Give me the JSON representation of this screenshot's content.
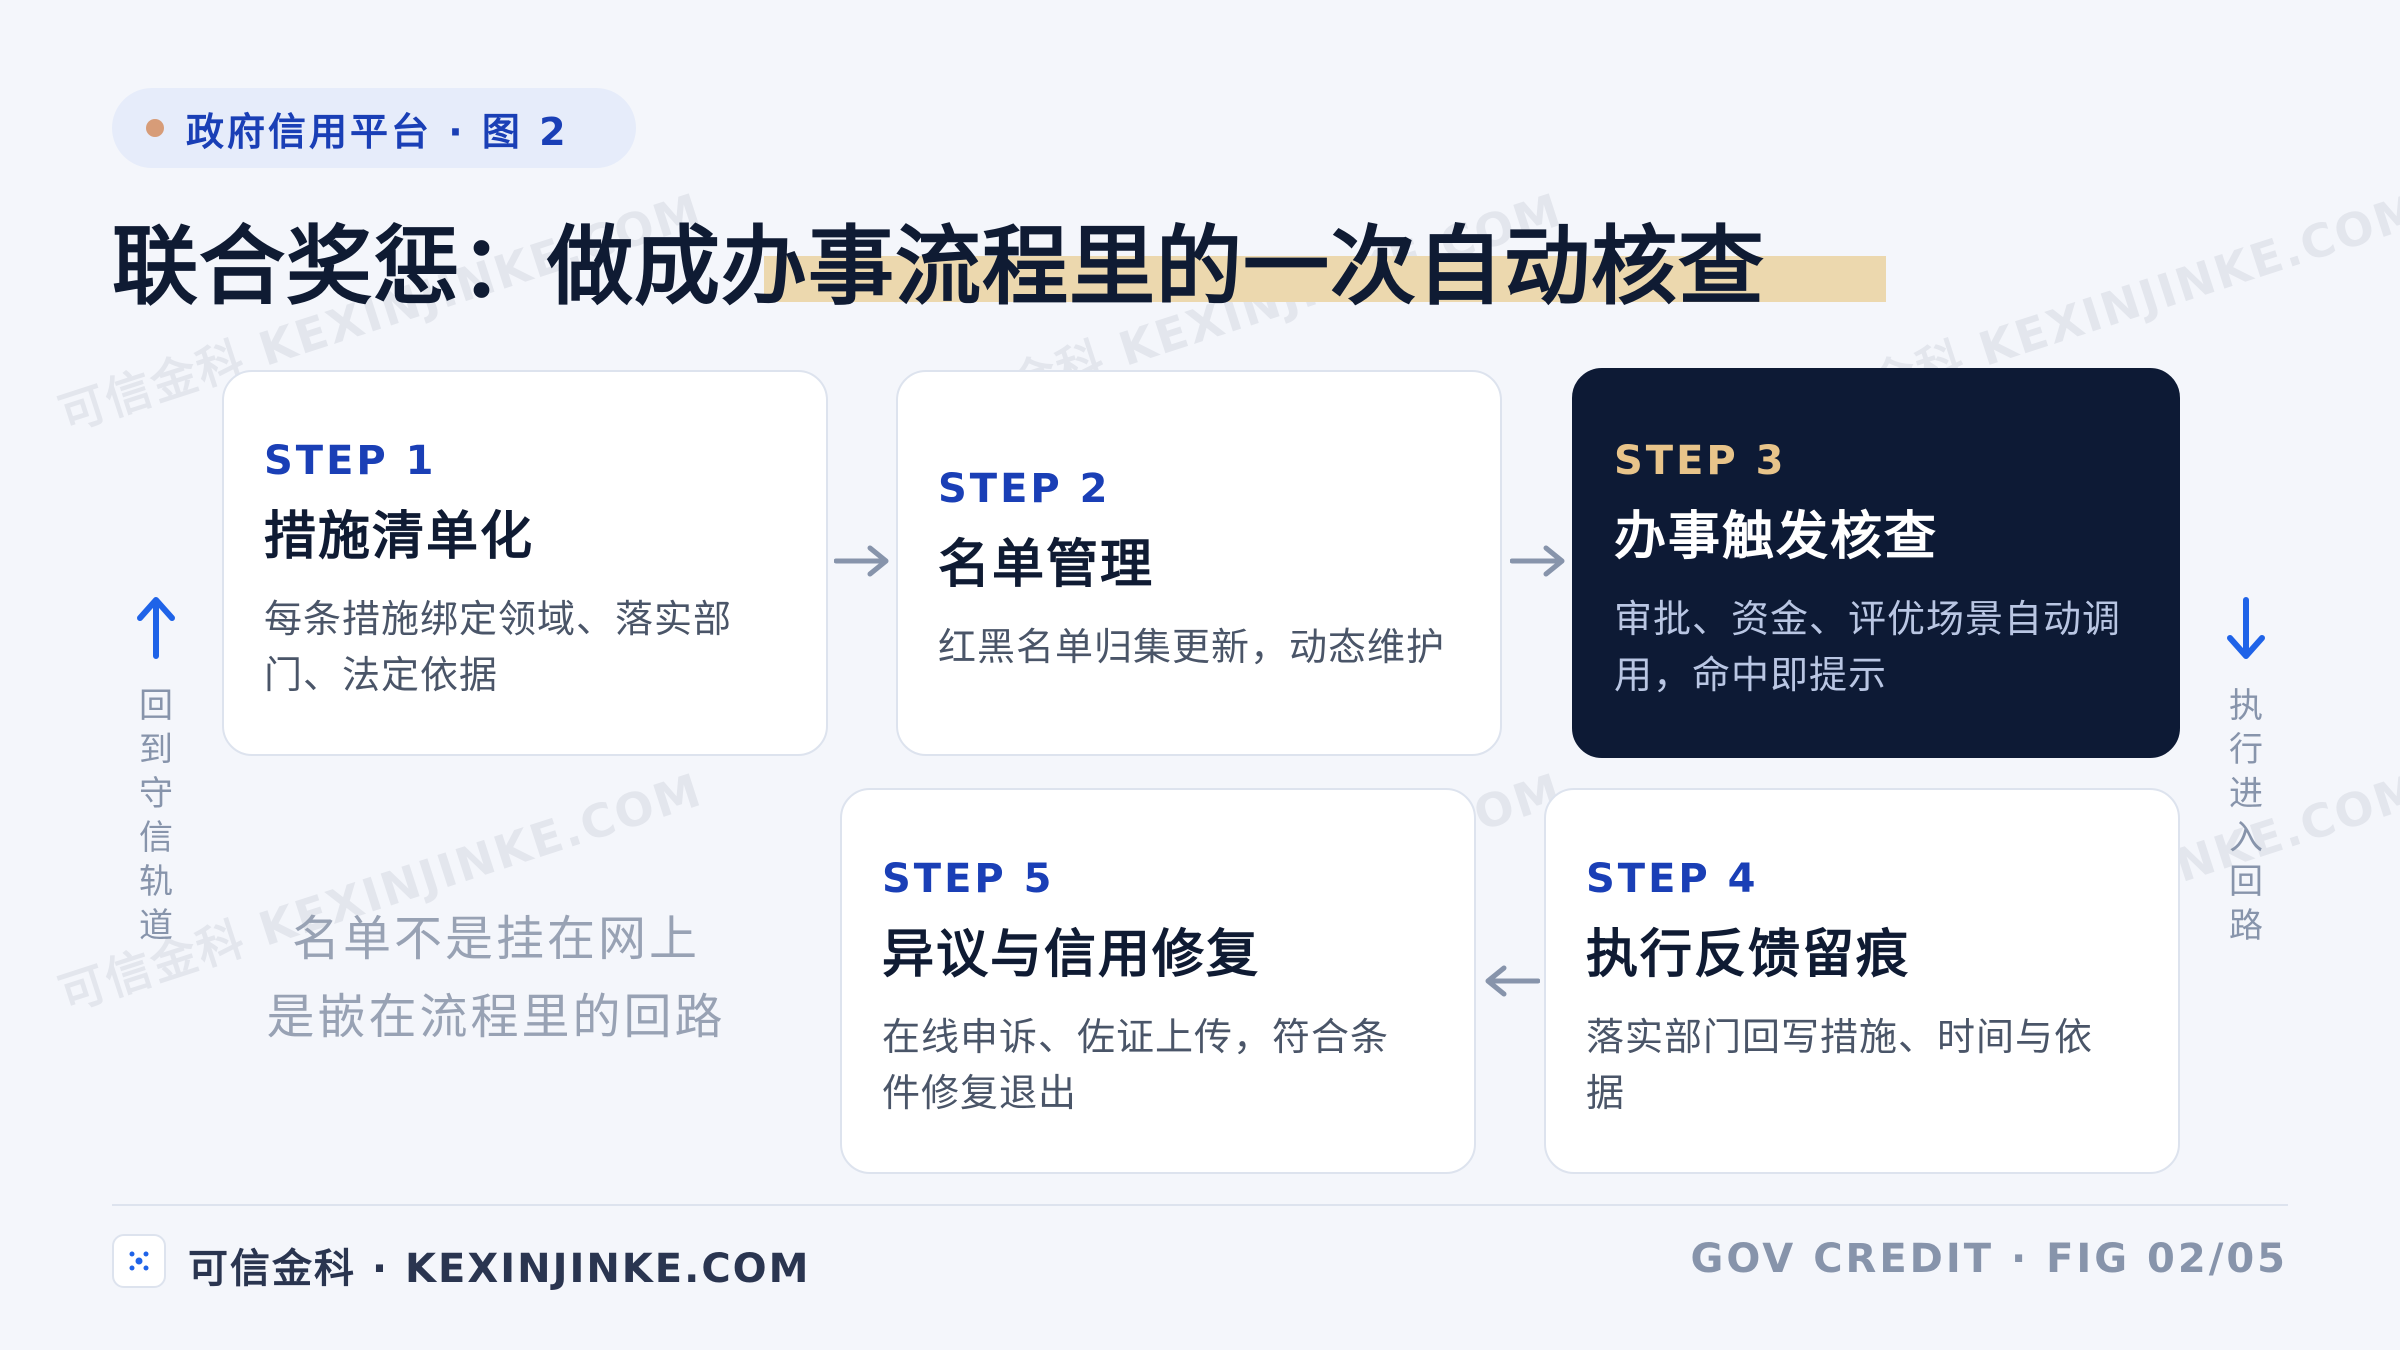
{
  "tag": {
    "text": "政府信用平台 · 图 2"
  },
  "title": "联合奖惩：做成办事流程里的一次自动核查",
  "watermark": "可信金科 KEXINJINKE.COM",
  "steps": [
    {
      "step": "STEP 1",
      "title": "措施清单化",
      "desc": [
        "每条措施绑定领域、落实部",
        "门、法定依据"
      ]
    },
    {
      "step": "STEP 2",
      "title": "名单管理",
      "desc": [
        "红黑名单归集更新，动态维护"
      ]
    },
    {
      "step": "STEP 3",
      "title": "办事触发核查",
      "desc": [
        "审批、资金、评优场景自动调",
        "用，命中即提示"
      ]
    },
    {
      "step": "STEP 4",
      "title": "执行反馈留痕",
      "desc": [
        "落实部门回写措施、时间与依",
        "据"
      ]
    },
    {
      "step": "STEP 5",
      "title": "异议与信用修复",
      "desc": [
        "在线申诉、佐证上传，符合条",
        "件修复退出"
      ]
    }
  ],
  "left_side": {
    "label": [
      "回",
      "到",
      "守",
      "信",
      "轨",
      "道"
    ]
  },
  "right_side": {
    "label": [
      "执",
      "行",
      "进",
      "入",
      "回",
      "路"
    ]
  },
  "note": [
    "名单不是挂在网上",
    "是嵌在流程里的回路"
  ],
  "footer": {
    "brand": "可信金科 · KEXINJINKE.COM",
    "fig": "GOV CREDIT · FIG 02/05"
  },
  "colors": {
    "accent": "#1a3fb6",
    "dark_card": "#0d1a35",
    "highlight": "#ecd8ae",
    "step3_label": "#e8c48a",
    "side_arrow": "#1f63e8",
    "connector": "#8794ab"
  }
}
